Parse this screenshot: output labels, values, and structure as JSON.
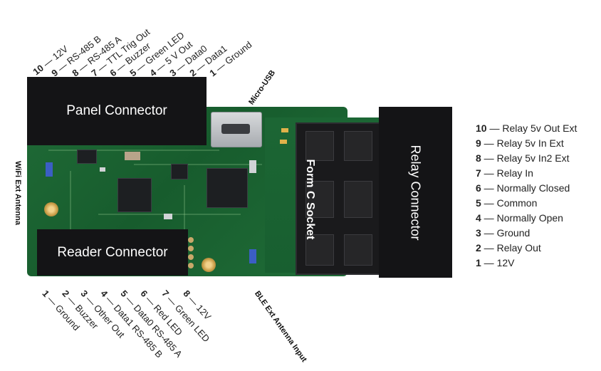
{
  "connectors": {
    "panel": "Panel Connector",
    "reader": "Reader Connector",
    "relay": "Relay Connector",
    "socket": "Form C Socket"
  },
  "labels": {
    "micro_usb": "Micro-USB",
    "wifi_antenna": "WiFi Ext Antenna",
    "ble_antenna": "BLE Ext Antenna Input"
  },
  "panel_pins": [
    {
      "num": "10",
      "label": "12V"
    },
    {
      "num": "9",
      "label": "RS-485 B"
    },
    {
      "num": "8",
      "label": "RS-485 A"
    },
    {
      "num": "7",
      "label": "TTL Trig Out"
    },
    {
      "num": "6",
      "label": "Buzzer"
    },
    {
      "num": "5",
      "label": "Green LED"
    },
    {
      "num": "4",
      "label": "5 V Out"
    },
    {
      "num": "3",
      "label": "Data0"
    },
    {
      "num": "2",
      "label": "Data1"
    },
    {
      "num": "1",
      "label": "Ground"
    }
  ],
  "reader_pins": [
    {
      "num": "1",
      "label": "Ground"
    },
    {
      "num": "2",
      "label": "Buzzer"
    },
    {
      "num": "3",
      "label": "Other Out"
    },
    {
      "num": "4",
      "label": "Data1 RS-485 B"
    },
    {
      "num": "5",
      "label": "Data0 RS-485 A"
    },
    {
      "num": "6",
      "label": "Red LED"
    },
    {
      "num": "7",
      "label": "Green LED"
    },
    {
      "num": "8",
      "label": "12V"
    }
  ],
  "relay_pins": [
    {
      "num": "10",
      "label": "Relay 5v Out Ext"
    },
    {
      "num": "9",
      "label": "Relay 5v In Ext"
    },
    {
      "num": "8",
      "label": "Relay 5v In2 Ext"
    },
    {
      "num": "7",
      "label": "Relay In"
    },
    {
      "num": "6",
      "label": "Normally Closed"
    },
    {
      "num": "5",
      "label": "Common"
    },
    {
      "num": "4",
      "label": "Normally Open"
    },
    {
      "num": "3",
      "label": "Ground"
    },
    {
      "num": "2",
      "label": "Relay Out"
    },
    {
      "num": "1",
      "label": "12V"
    }
  ]
}
